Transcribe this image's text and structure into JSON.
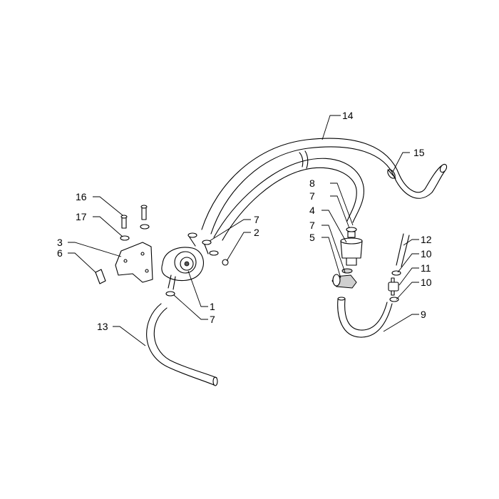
{
  "diagram": {
    "callouts": [
      {
        "id": "c14a",
        "text": "14"
      },
      {
        "id": "c15",
        "text": "15"
      },
      {
        "id": "c8",
        "text": "8"
      },
      {
        "id": "c7a",
        "text": "7"
      },
      {
        "id": "c4",
        "text": "4"
      },
      {
        "id": "c7b",
        "text": "7"
      },
      {
        "id": "c5",
        "text": "5"
      },
      {
        "id": "c12",
        "text": "12"
      },
      {
        "id": "c10a",
        "text": "10"
      },
      {
        "id": "c11",
        "text": "11"
      },
      {
        "id": "c10b",
        "text": "10"
      },
      {
        "id": "c9",
        "text": "9"
      },
      {
        "id": "c16",
        "text": "16"
      },
      {
        "id": "c17",
        "text": "17"
      },
      {
        "id": "c3",
        "text": "3"
      },
      {
        "id": "c6",
        "text": "6"
      },
      {
        "id": "c7c",
        "text": "7"
      },
      {
        "id": "c2",
        "text": "2"
      },
      {
        "id": "c1",
        "text": "1"
      },
      {
        "id": "c7d",
        "text": "7"
      },
      {
        "id": "c13",
        "text": "13"
      }
    ]
  }
}
